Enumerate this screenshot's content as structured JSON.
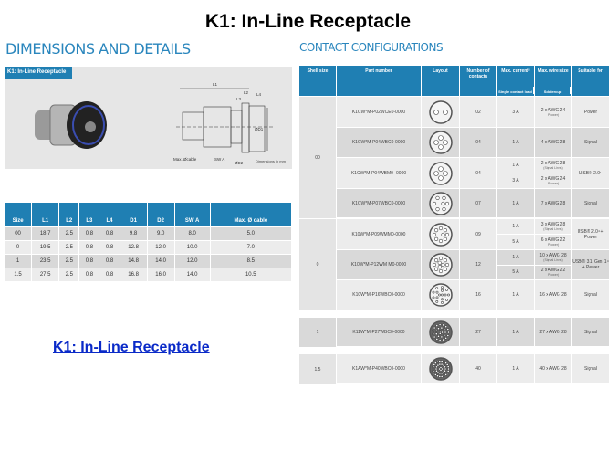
{
  "title": "K1: In-Line Receptacle",
  "dimensions": {
    "heading": "DIMENSIONS AND DETAILS",
    "tag": "K1: In-Line Receptacle",
    "note": "Dimensions in mm",
    "drawing_labels": {
      "l1": "L1",
      "l2": "L2",
      "l3": "L3",
      "l4": "L4",
      "d1": "ØD1",
      "d2": "ØD2",
      "swa": "SW A",
      "cable": "Max. Øcable"
    },
    "columns": [
      "Size",
      "L1",
      "L2",
      "L3",
      "L4",
      "D1",
      "D2",
      "SW A",
      "Max. Ø cable"
    ],
    "rows": [
      [
        "00",
        "18.7",
        "2.5",
        "0.8",
        "0.8",
        "9.8",
        "9.0",
        "8.0",
        "5.0"
      ],
      [
        "0",
        "19.5",
        "2.5",
        "0.8",
        "0.8",
        "12.8",
        "12.0",
        "10.0",
        "7.0"
      ],
      [
        "1",
        "23.5",
        "2.5",
        "0.8",
        "0.8",
        "14.8",
        "14.0",
        "12.0",
        "8.5"
      ],
      [
        "1.5",
        "27.5",
        "2.5",
        "0.8",
        "0.8",
        "16.8",
        "16.0",
        "14.0",
        "10.5"
      ]
    ]
  },
  "contacts": {
    "heading": "CONTACT CONFIGURATIONS",
    "columns": [
      "Shell size",
      "Part number",
      "Layout",
      "Number of contacts",
      "Max. current²",
      "Max. wire size",
      "Suitable for"
    ],
    "subheaders": {
      "current": "Single contact load",
      "wire": "Soldercup"
    },
    "groups": [
      {
        "shell": "00",
        "parts": [
          {
            "part": "K1CW*M-P02WCE0-0000",
            "pins": 2,
            "contacts": "02",
            "sub": [
              {
                "current": "3 A",
                "wire": "2 x AWG 24",
                "note": "(Power)"
              }
            ],
            "suitable": "Power"
          },
          {
            "part": "K1CW*M-P04WBC0-0000",
            "pins": 4,
            "contacts": "04",
            "sub": [
              {
                "current": "1 A",
                "wire": "4 x AWG 28"
              }
            ],
            "suitable": "Signal"
          },
          {
            "part": "K1CW*M-P04WBM0 -0000",
            "pins": 4,
            "contacts": "04",
            "sub": [
              {
                "current": "1 A",
                "wire": "2 x AWG 28",
                "note": "(Signal Lines)"
              },
              {
                "current": "3 A",
                "wire": "2 x AWG 24",
                "note": "(Power)"
              }
            ],
            "suitable": "USB® 2.0⁴"
          },
          {
            "part": "K1CW*M-P07WBC0-0000",
            "pins": 7,
            "contacts": "07",
            "sub": [
              {
                "current": "1 A",
                "wire": "7 x AWG 28"
              }
            ],
            "suitable": "Signal"
          }
        ]
      },
      {
        "shell": "0",
        "parts": [
          {
            "part": "K10W*M-P09WMM0-0000",
            "pins": 9,
            "contacts": "09",
            "sub": [
              {
                "current": "1 A",
                "wire": "3 x AWG 28",
                "note": "(Signal Lines)"
              },
              {
                "current": "5 A",
                "wire": "6 x AWG 22",
                "note": "(Power)"
              }
            ],
            "suitable": "USB® 2.0⁴ + Power"
          },
          {
            "part": "K10W*M-P12WM M0-0000",
            "pins": 12,
            "contacts": "12",
            "sub": [
              {
                "current": "1 A",
                "wire": "10 x AWG 28",
                "note": "(Signal Lines)"
              },
              {
                "current": "5 A",
                "wire": "2 x AWG 22",
                "note": "(Power)"
              }
            ],
            "suitable": "USB® 3.1 Gen 1⁴ + Power"
          },
          {
            "part": "K10W*M-P16WBC0-0000",
            "pins": 16,
            "contacts": "16",
            "sub": [
              {
                "current": "1 A",
                "wire": "16 x AWG 28"
              }
            ],
            "suitable": "Signal"
          }
        ]
      },
      {
        "shell": "1",
        "parts": [
          {
            "part": "K11W*M-P27WBC0-0000",
            "pins": 27,
            "contacts": "27",
            "sub": [
              {
                "current": "1 A",
                "wire": "27 x AWG 28"
              }
            ],
            "suitable": "Signal"
          }
        ]
      },
      {
        "shell": "1.5",
        "parts": [
          {
            "part": "K1AW*M-P40WBC0-0000",
            "pins": 40,
            "contacts": "40",
            "sub": [
              {
                "current": "1 A",
                "wire": "40 x AWG 28"
              }
            ],
            "suitable": "Signal"
          }
        ]
      }
    ]
  },
  "link": "K1: In-Line Receptacle"
}
